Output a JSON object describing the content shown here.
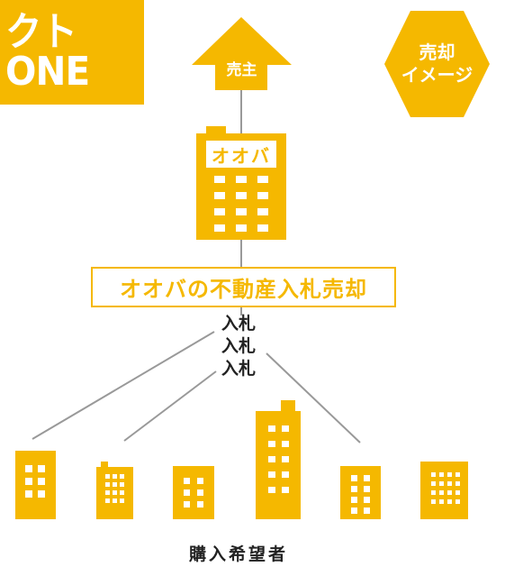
{
  "logo": {
    "text": "クトONE"
  },
  "badge": {
    "line1": "売却",
    "line2": "イメージ"
  },
  "seller": {
    "label": "売主"
  },
  "main_building": {
    "label": "オオバ"
  },
  "banner": {
    "text": "オオバの不動産入札売却"
  },
  "bids": [
    "入札",
    "入札",
    "入札"
  ],
  "buyers": {
    "label": "購入希望者"
  },
  "colors": {
    "accent": "#f5b800",
    "line": "#999999",
    "text": "#222222",
    "window": "#ffffff"
  }
}
